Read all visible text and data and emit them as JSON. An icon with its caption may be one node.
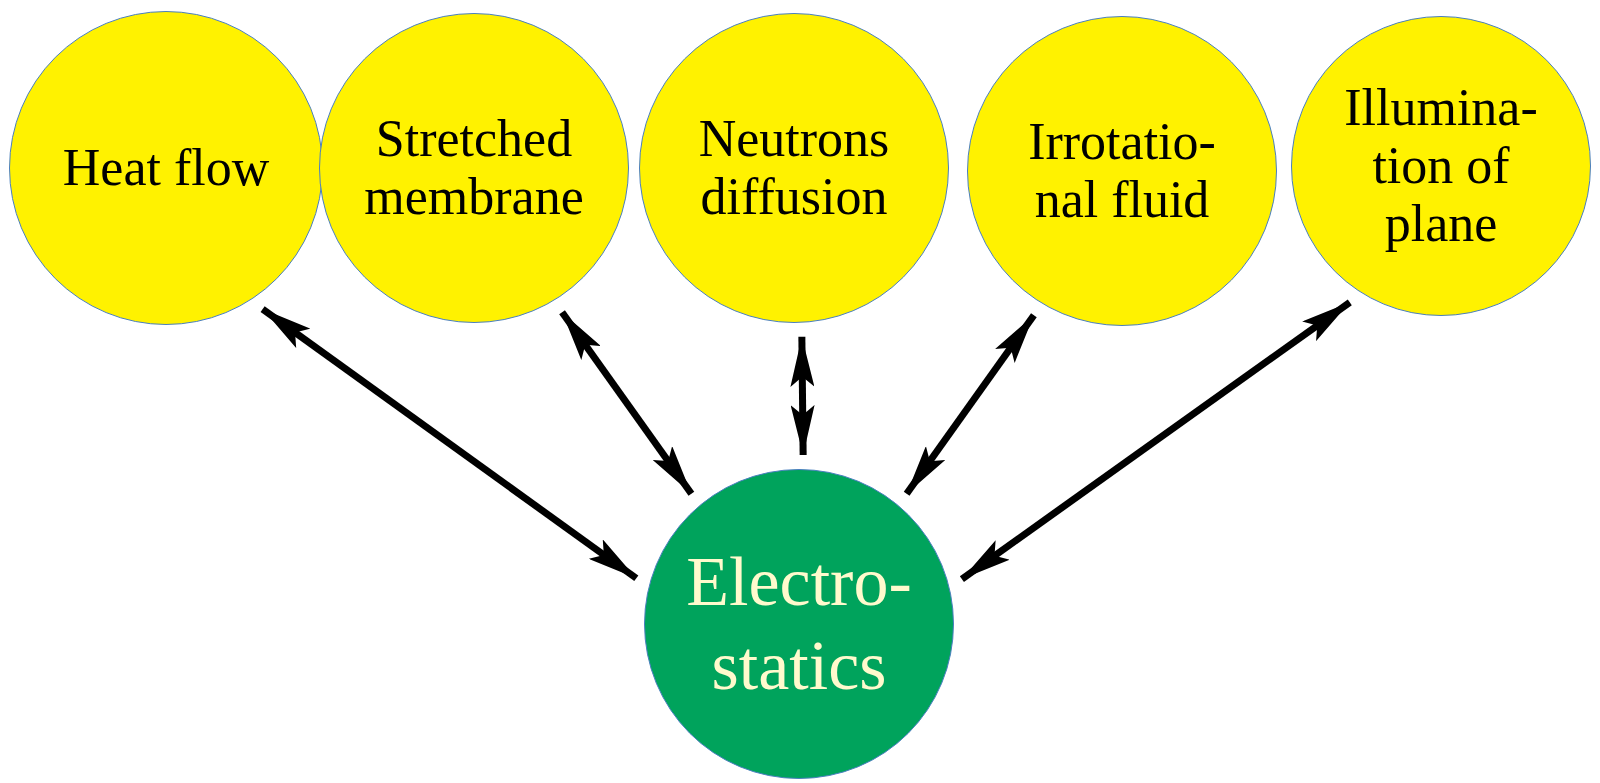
{
  "diagram": {
    "nodes": [
      {
        "text": [
          "Heat flow"
        ]
      },
      {
        "text": [
          "Stretched membrane"
        ]
      },
      {
        "text": [
          "Neutrons diffusion"
        ]
      },
      {
        "text": [
          "Irrotatio- nal fluid"
        ]
      },
      {
        "text": [
          "Illumina- tion of plane"
        ]
      },
      {
        "text": [
          "Electro- statics"
        ]
      }
    ],
    "edges": [
      {
        "from": 0,
        "to": 5,
        "arrow": "both"
      },
      {
        "from": 1,
        "to": 5,
        "arrow": "both"
      },
      {
        "from": 2,
        "to": 5,
        "arrow": "both"
      },
      {
        "from": 3,
        "to": 5,
        "arrow": "both"
      },
      {
        "from": 4,
        "to": 5,
        "arrow": "both"
      }
    ]
  }
}
